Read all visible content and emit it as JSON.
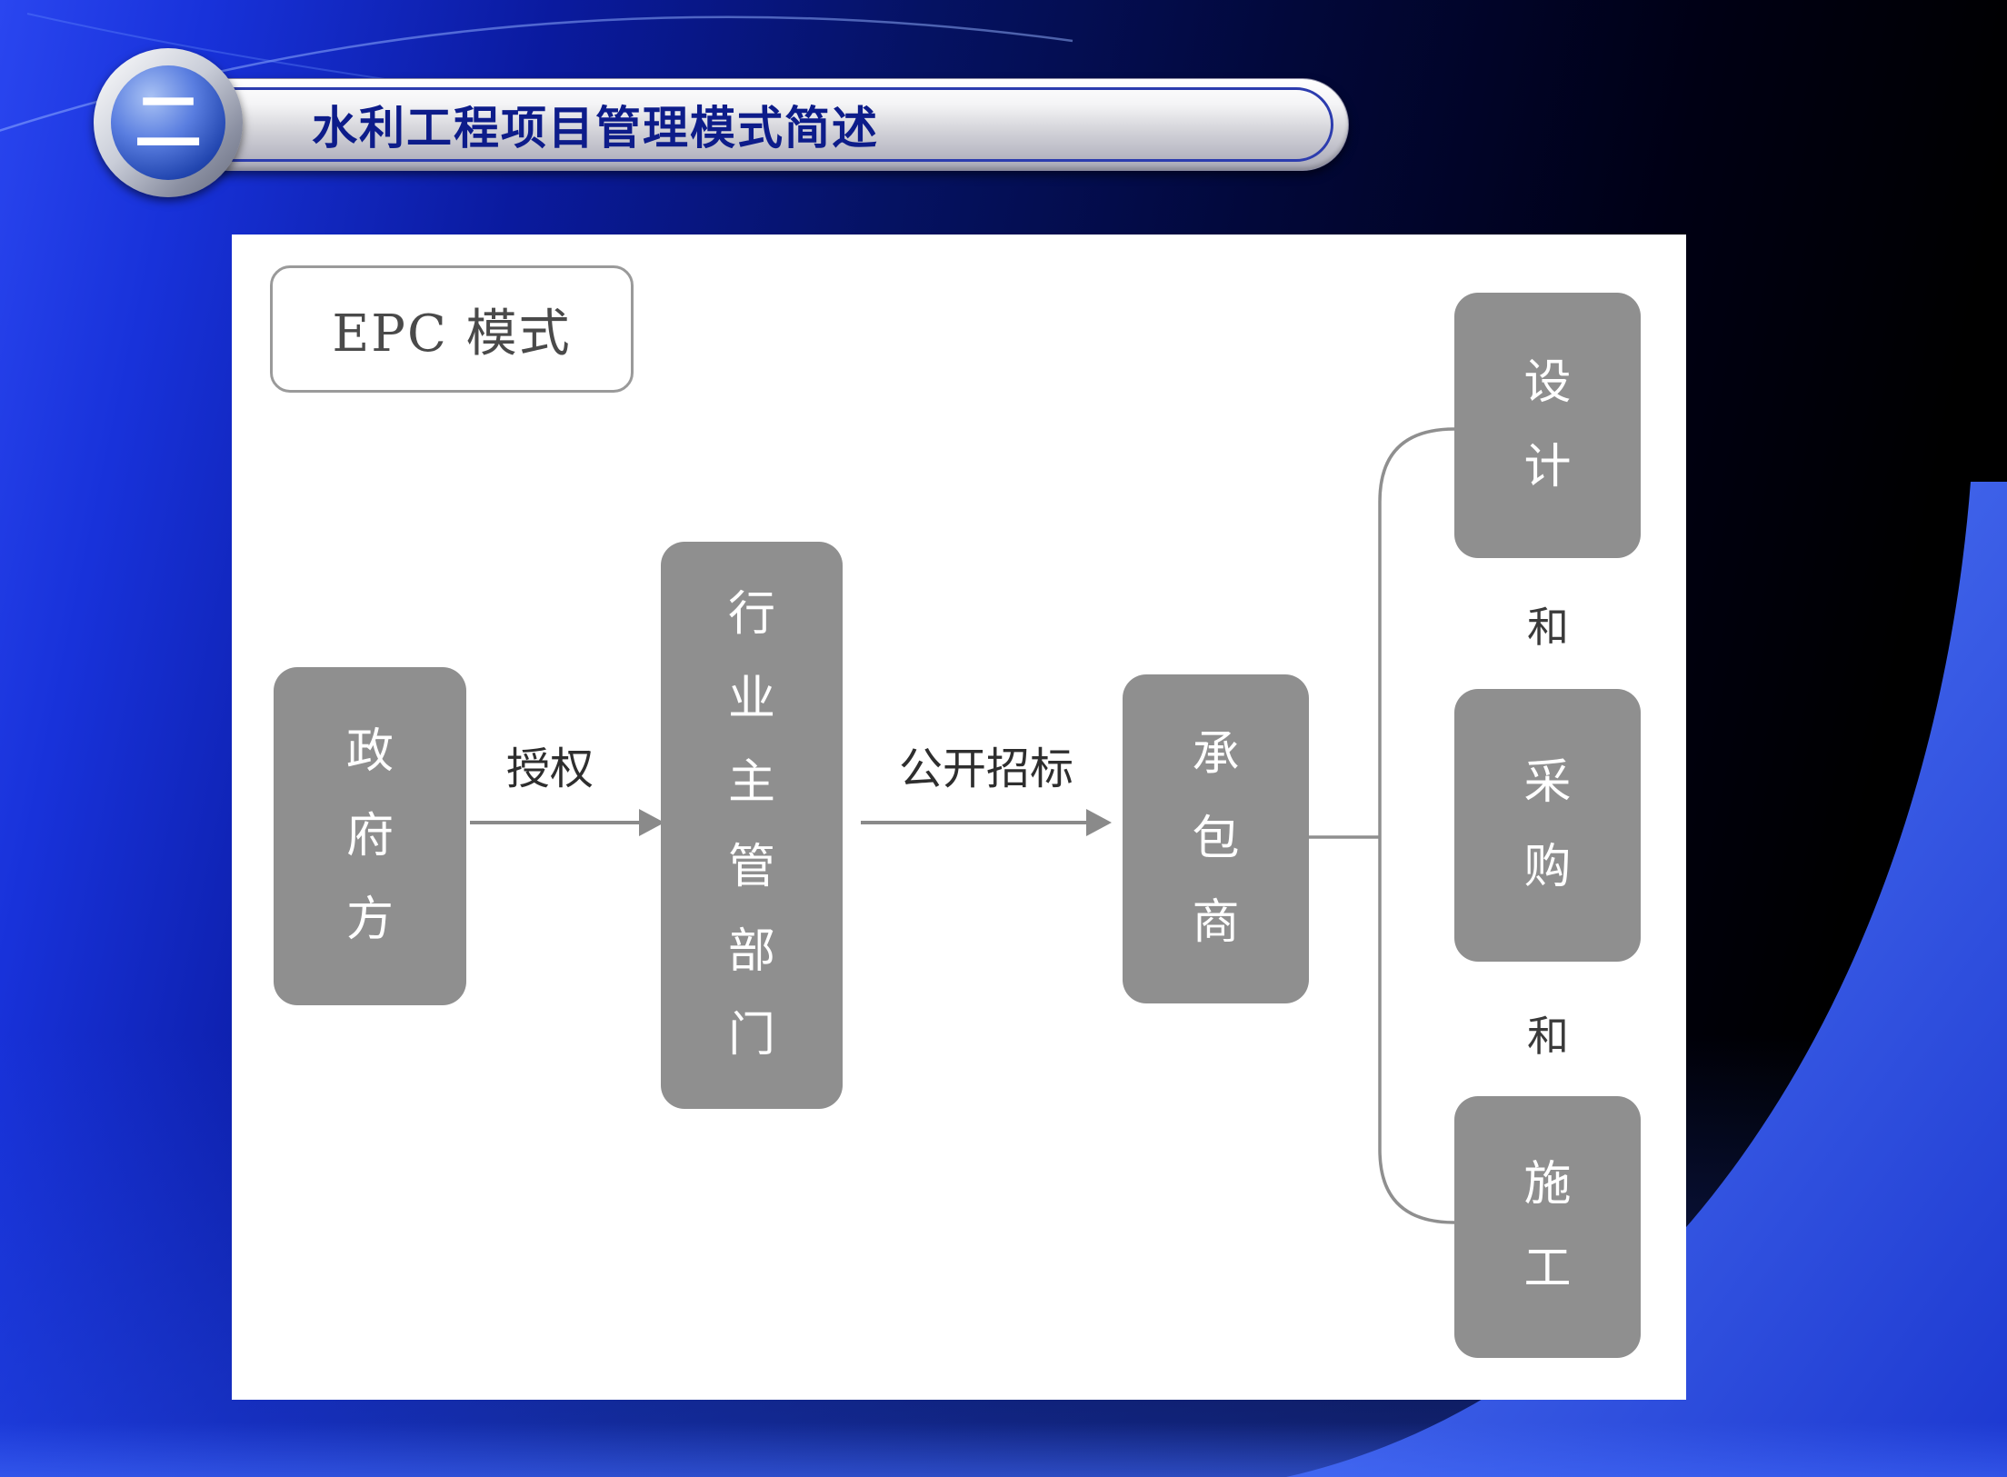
{
  "slide": {
    "badge_label": "二",
    "title": "水利工程项目管理模式简述"
  },
  "diagram": {
    "mode_label": "EPC 模式",
    "nodes": {
      "government": "政府方",
      "authority": "行业主管部门",
      "contractor": "承包商",
      "design": "设计",
      "procurement": "采购",
      "construction": "施工"
    },
    "labels": {
      "authorize": "授权",
      "bid": "公开招标",
      "and_top": "和",
      "and_bottom": "和"
    },
    "colors": {
      "node_fill": "#8f8f8f",
      "node_text": "#ffffff",
      "connector_line": "#8a8a8a",
      "background_accent_blue": "#2a46f0",
      "band_blue": "#4a78f8",
      "title_text": "#0d1c8a",
      "header_silver": "#d2d2d8"
    }
  }
}
